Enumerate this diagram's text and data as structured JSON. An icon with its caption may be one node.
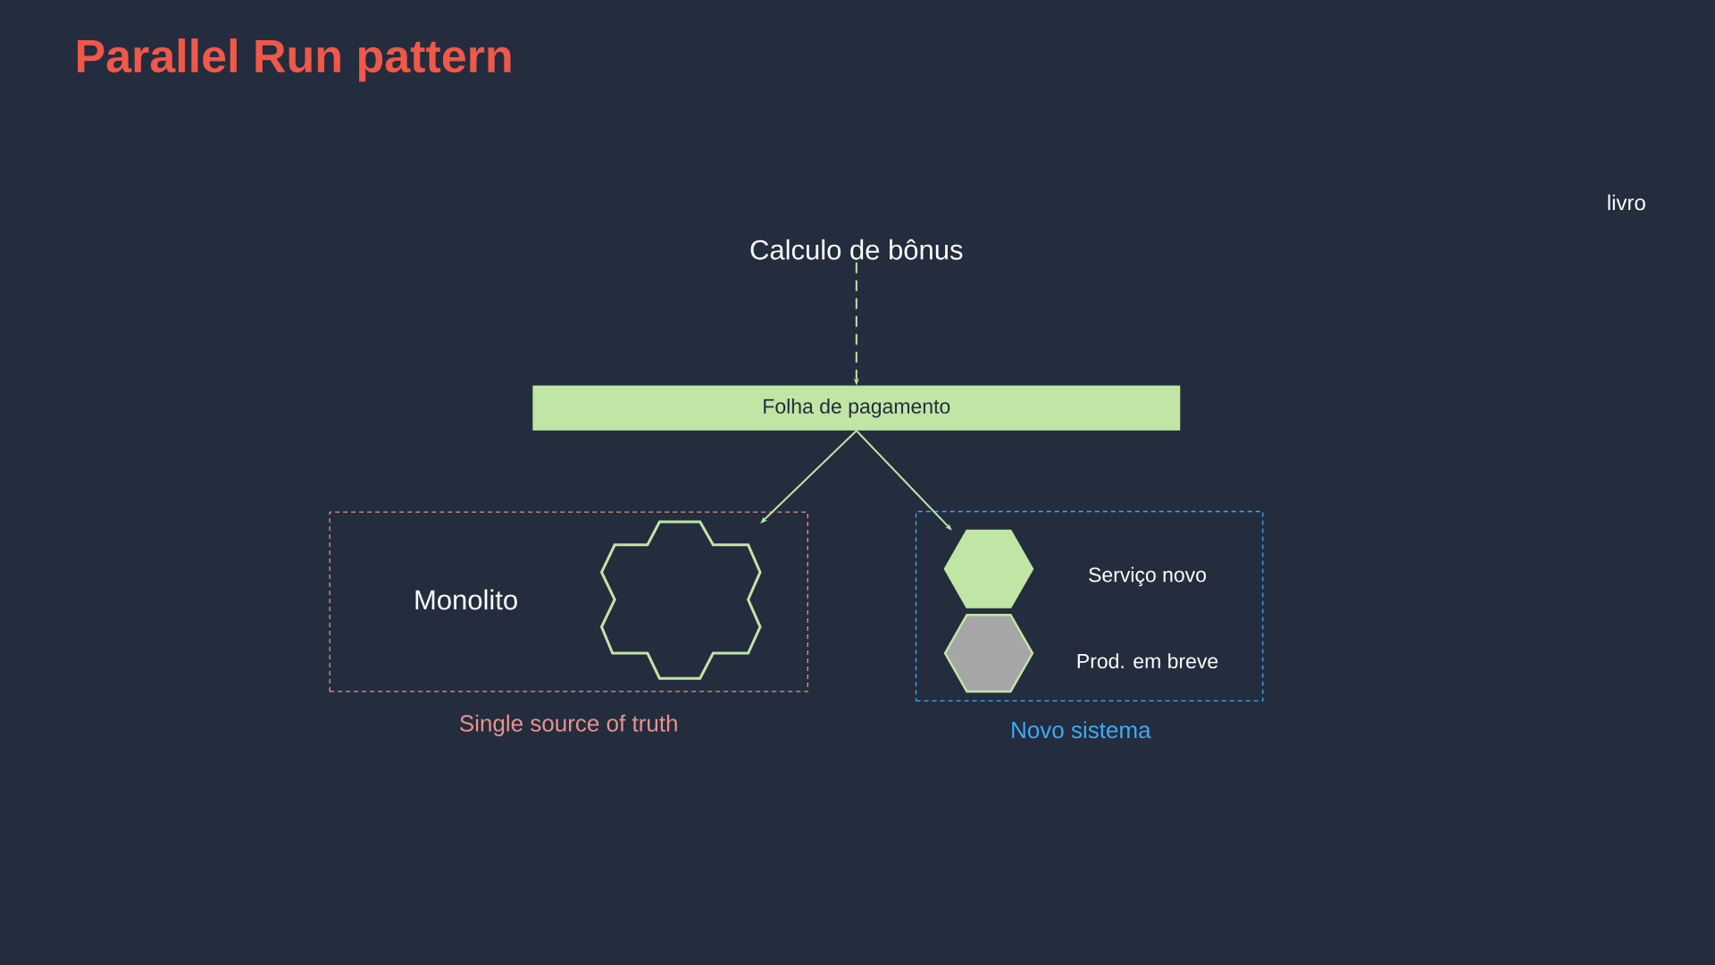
{
  "diagram": {
    "title": "Parallel Run pattern",
    "nodes": [
      {
        "text": [
          "Calculo de bônus"
        ]
      },
      {
        "text": [
          "Folha de pagamento"
        ]
      },
      {
        "text": [
          "Monolito",
          "Single source of truth"
        ]
      },
      {
        "text": [],
        "shape": "polygon",
        "in": 2
      },
      {
        "text": [
          "Novo sistema"
        ]
      },
      {
        "text": [],
        "shape": "hexagon",
        "beside": [
          "Serviço novo"
        ],
        "in": 4
      },
      {
        "text": [],
        "shape": "hexagon",
        "beside": [
          "Prod. em breve"
        ],
        "in": 4
      }
    ],
    "edges": [
      {
        "from": 0,
        "to": 1,
        "arrow": "to",
        "style": "dashed"
      },
      {
        "from": 1,
        "to": 3,
        "arrow": "to"
      },
      {
        "from": 1,
        "to": 5,
        "arrow": "to"
      }
    ],
    "labels": [
      "livro"
    ]
  }
}
